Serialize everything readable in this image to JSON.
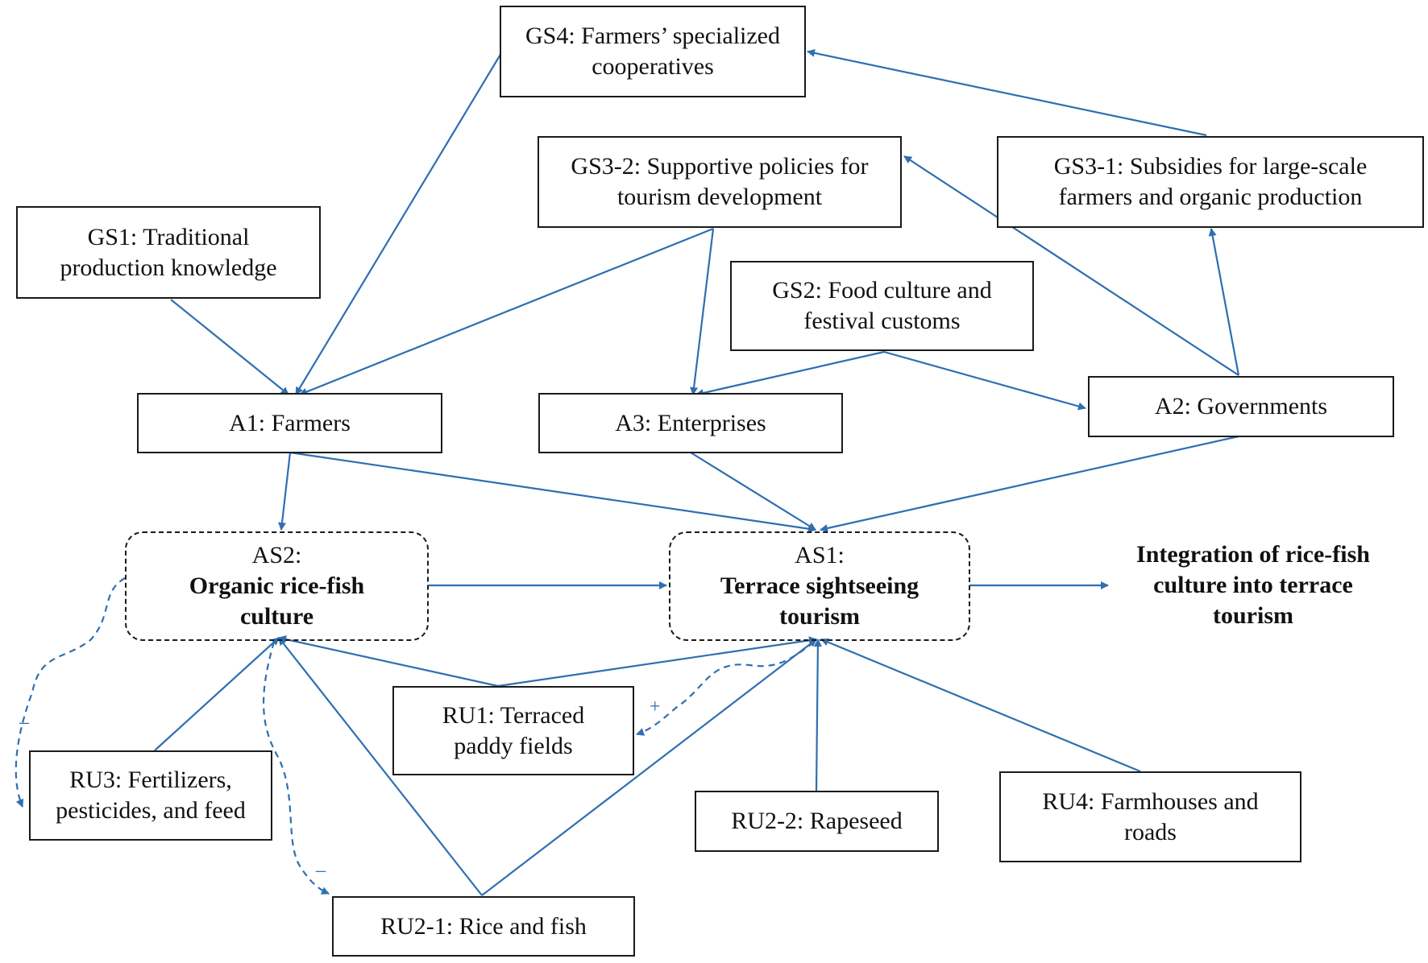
{
  "nodes": {
    "gs4": {
      "lines": [
        "GS4: Farmers’ specialized",
        "cooperatives"
      ]
    },
    "gs3_2": {
      "lines": [
        "GS3-2: Supportive policies for",
        "tourism development"
      ]
    },
    "gs3_1": {
      "lines": [
        "GS3-1: Subsidies for large-scale",
        "farmers and organic production"
      ]
    },
    "gs1": {
      "lines": [
        "GS1: Traditional",
        "production knowledge"
      ]
    },
    "gs2": {
      "lines": [
        "GS2: Food culture and",
        "festival customs"
      ]
    },
    "a1": {
      "lines": [
        "A1: Farmers"
      ]
    },
    "a3": {
      "lines": [
        "A3: Enterprises"
      ]
    },
    "a2": {
      "lines": [
        "A2: Governments"
      ]
    },
    "as2": {
      "code": "AS2:",
      "lines": [
        "Organic rice-fish",
        "culture"
      ]
    },
    "as1": {
      "code": "AS1:",
      "lines": [
        "Terrace sightseeing",
        "tourism"
      ]
    },
    "ru1": {
      "lines": [
        "RU1: Terraced",
        "paddy fields"
      ]
    },
    "ru3": {
      "lines": [
        "RU3: Fertilizers,",
        "pesticides, and feed"
      ]
    },
    "ru2_2": {
      "lines": [
        "RU2-2: Rapeseed"
      ]
    },
    "ru4": {
      "lines": [
        "RU4: Farmhouses and",
        "roads"
      ]
    },
    "ru2_1": {
      "lines": [
        "RU2-1: Rice and fish"
      ]
    }
  },
  "outcome": {
    "lines": [
      "Integration of rice-fish",
      "culture into terrace",
      "tourism"
    ]
  },
  "signs": {
    "plus": "+",
    "minus_left": "_",
    "minus_bottom": "_"
  },
  "colors": {
    "arrow": "#2e6fb0",
    "box_border": "#1a1a1a"
  }
}
